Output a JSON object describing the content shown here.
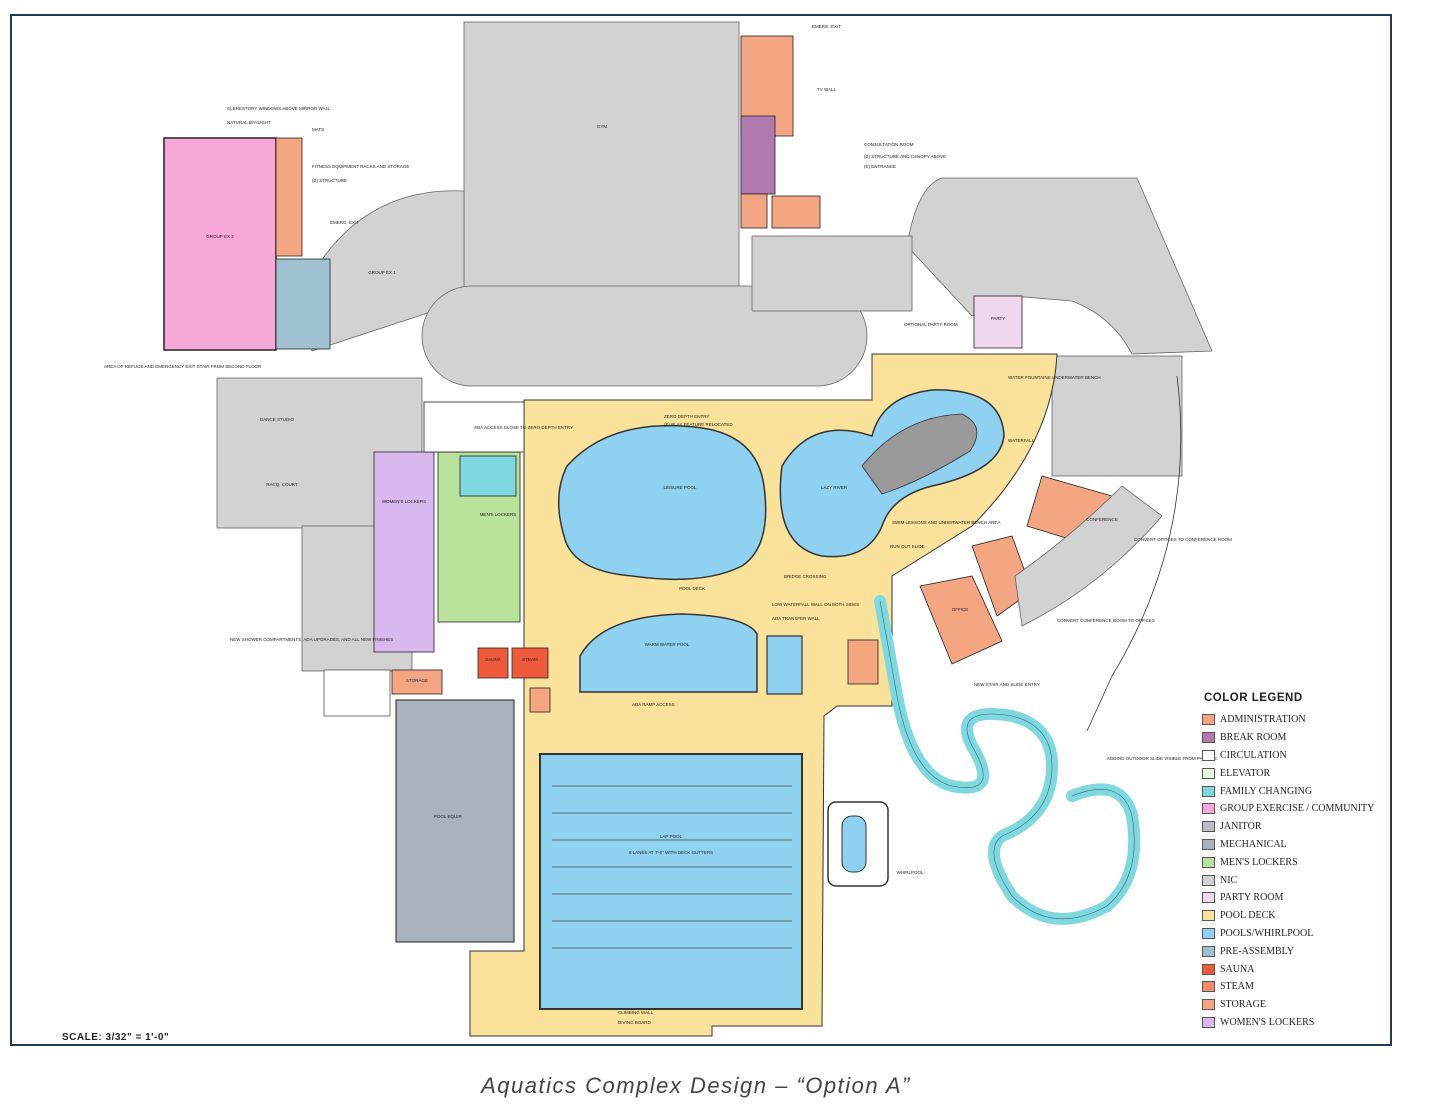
{
  "plan": {
    "scale_label": "SCALE:",
    "scale_value": "3/32\" = 1'-0\""
  },
  "caption": "Aquatics Complex Design – “Option A”",
  "legend": {
    "title": "COLOR LEGEND",
    "items": [
      {
        "label": "ADMINISTRATION",
        "color": "#f4a582"
      },
      {
        "label": "BREAK ROOM",
        "color": "#b07ab0"
      },
      {
        "label": "CIRCULATION",
        "color": "#ffffff"
      },
      {
        "label": "ELEVATOR",
        "color": "#e8f5e0"
      },
      {
        "label": "FAMILY CHANGING",
        "color": "#7fd8e0"
      },
      {
        "label": "GROUP EXERCISE / COMMUNITY",
        "color": "#f7a8d8"
      },
      {
        "label": "JANITOR",
        "color": "#b8bec4"
      },
      {
        "label": "MECHANICAL",
        "color": "#a9b3bd"
      },
      {
        "label": "MEN'S LOCKERS",
        "color": "#b9e39a"
      },
      {
        "label": "NIC",
        "color": "#d2d2d2"
      },
      {
        "label": "PARTY ROOM",
        "color": "#f2d8ef"
      },
      {
        "label": "POOL DECK",
        "color": "#fbe29a"
      },
      {
        "label": "POOLS/WHIRLPOOL",
        "color": "#8fd1f0"
      },
      {
        "label": "PRE-ASSEMBLY",
        "color": "#9fc2d0"
      },
      {
        "label": "SAUNA",
        "color": "#f05a3c"
      },
      {
        "label": "STEAM",
        "color": "#f58a6a"
      },
      {
        "label": "STORAGE",
        "color": "#f4a582"
      },
      {
        "label": "WOMEN'S LOCKERS",
        "color": "#d9b8f0"
      }
    ]
  },
  "rooms": {
    "group_ex": "GROUP EX 2",
    "gym": "GYM",
    "group_ex_1": "GROUP EX 1",
    "dance": "DANCE STUDIO",
    "racquetball": "RACQ. COURT",
    "leisure_pool": "LEISURE POOL",
    "lazy_river": "LAZY RIVER",
    "warm_water_pool": "WARM WATER POOL",
    "lap_pool": "LAP POOL",
    "whirlpool": "WHIRLPOOL",
    "pool_mech": "POOL EQUIP.",
    "conference": "CONFERENCE",
    "office": "OFFICE",
    "party": "PARTY",
    "womens_lockers": "WOMEN'S LOCKERS",
    "mens_lockers": "MEN'S LOCKERS",
    "storage": "STORAGE",
    "sauna": "SAUNA",
    "steam": "STEAM",
    "pool_deck": "POOL DECK",
    "lap_lanes": "8 LANES AT 7'-0\" WITH DECK GUTTERS"
  },
  "notes": {
    "clerestory": "CLERESTORY WINDOWS ABOVE MIRROR WALL",
    "natural_daylight": "NATURAL DAYLIGHT",
    "mats": "MATS",
    "fitness": "FITNESS EQUIPMENT RACKS AND STORAGE",
    "structure": "(E) STRUCTURE",
    "emerg_exit_1": "EMERG. EXIT",
    "emerg_exit_2": "EMERG. EXIT",
    "tv_wall": "TV WALL",
    "consultation": "CONSULTATION ROOM",
    "canopy": "(E) STRUCTURE AND CANOPY ABOVE",
    "entrance": "(E) ENTRANCE",
    "optional_party": "OPTIONAL PARTY ROOM",
    "water_fountains": "WATER FOUNTAINS UNDERWATER BENCH",
    "waterfall": "WATERFALL",
    "zero_depth": "ZERO DEPTH ENTRY",
    "play_feature": "(E) PLAY FEATURE RELOCATED",
    "ada_access": "ADA ACCESS CLOSE TO ZERO DEPTH ENTRY",
    "swim_lessons": "SWIM LESSONS AND UNDERWATER BENCH AREA",
    "run_out": "RUN OUT SLIDE",
    "bridge": "BRIDGE CROSSING",
    "low_waterfall": "LOW WATERFALL WALL ON BOTH SIDES",
    "ada_transfer": "ADA TRANSFER WALL",
    "ada_ramp": "ADA RAMP ACCESS",
    "convert_offices": "CONVERT OFFICES TO CONFERENCE ROOM",
    "convert_conf": "CONVERT CONFERENCE ROOM TO OFFICES",
    "new_stair": "NEW STAIR AND SLIDE ENTRY",
    "outdoor_slide": "ADDING OUTDOOR SLIDE VISIBLE FROM PARKING",
    "refuge": "AREA OF REFUGE AND EMERGENCY EXIT STAIR FROM SECOND FLOOR",
    "showers": "NEW SHOWER COMPARTMENTS, ADA UPGRADES, AND ALL NEW FINISHES",
    "climbing": "CLIMBING WALL",
    "diving": "DIVING BOARD"
  }
}
